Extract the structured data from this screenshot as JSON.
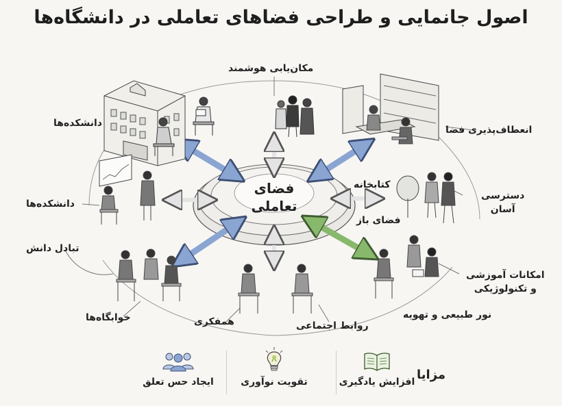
{
  "title": "اصول جانمایی و طراحی فضاهای تعاملی در دانشگاه‌ها",
  "center": {
    "line1": "فضای",
    "line2": "تعاملی"
  },
  "labels": {
    "smart_location": "مکان‌یابی هوشمند",
    "faculties_top": "دانشکده‌ها",
    "flexibility": "انعطاف‌پذیری فضا",
    "faculties_left": "دانشکده‌ها",
    "library": "کتابخانه",
    "open_space": "فضای باز",
    "access_1": "دسترسی",
    "access_2": "آسان",
    "knowledge_exchange": "تبادل دانش",
    "facilities_1": "امکانات آموزشی",
    "facilities_2": "و تکنولوژیکی",
    "dorms": "خوابگاه‌ها",
    "collaboration": "همفکری",
    "social_relations": "روابط اجتماعی",
    "light": "نور طبیعی و تهویه"
  },
  "benefits": {
    "title": "مزایا",
    "items": [
      {
        "label": "افزایش یادگیری",
        "icon": "open-book-icon"
      },
      {
        "label": "تقویت نوآوری",
        "icon": "lightbulb-icon"
      },
      {
        "label": "ایجاد حس تعلق",
        "icon": "people-group-icon"
      }
    ]
  },
  "colors": {
    "blue_arrow": "#8aa5d2",
    "green_arrow": "#88b86c",
    "gray_arrow": "#d9d9d9",
    "line": "#555555"
  }
}
